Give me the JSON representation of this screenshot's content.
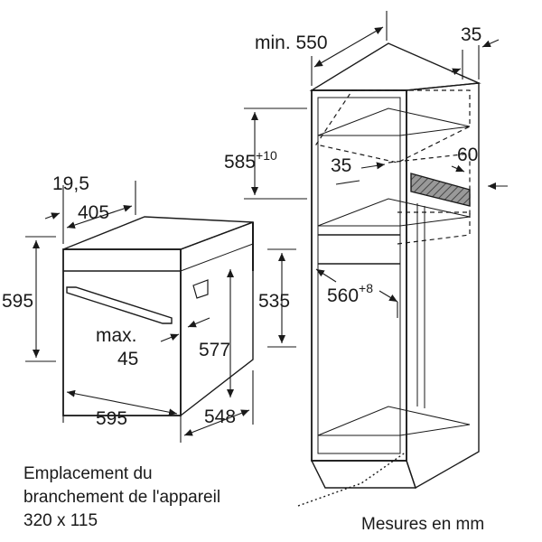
{
  "oven": {
    "width_front": "595",
    "height_front": "595",
    "depth_body": "548",
    "depth_front_panel": "19,5",
    "depth_side": "405",
    "body_height": "535",
    "inner_height": "577",
    "max_label": "max.",
    "max_value": "45"
  },
  "cabinet": {
    "min_depth": "min. 550",
    "top_clearance": "35",
    "height_value": "585",
    "height_tolerance": "+10",
    "inner_clearance": "35",
    "vent_height": "60",
    "niche_width": "560",
    "niche_tolerance": "+8"
  },
  "notes": {
    "connection_line1": "Emplacement du",
    "connection_line2": "branchement de l'appareil",
    "connection_line3": "320 x 115",
    "units": "Mesures en mm"
  },
  "colors": {
    "line": "#1a1a1a",
    "hatch": "#555555"
  }
}
